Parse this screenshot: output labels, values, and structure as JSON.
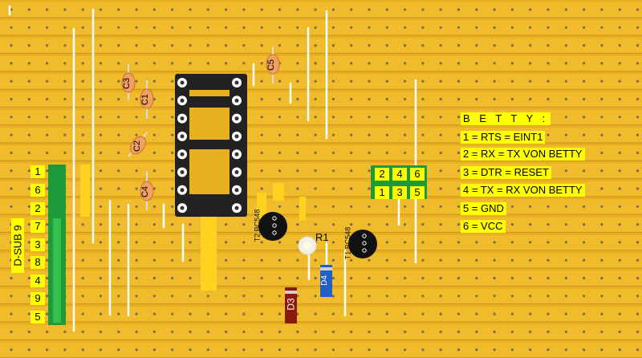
{
  "board": {
    "background": "#e8b020",
    "track_color": "#c9962a",
    "hole_color": "#7a6a50",
    "cut_color": "#ffd21f",
    "wire_color": "#ffffff"
  },
  "components": {
    "capacitors": [
      "C3",
      "C1",
      "C2",
      "C4",
      "C5"
    ],
    "diodes": [
      "D3",
      "D4"
    ],
    "transistors": [
      "T2 BC548",
      "T1 BC548"
    ],
    "resistor": "R1"
  },
  "betty": {
    "title": "B E T T Y   :",
    "lines": [
      "1 = RTS = EINT1",
      "2 = RX = TX VON BETTY",
      "3 = DTR = RESET",
      "4 = TX = RX VON BETTY",
      "5 = GND",
      "6 = VCC"
    ]
  },
  "header": {
    "top": [
      "2",
      "4",
      "6"
    ],
    "bottom": [
      "1",
      "3",
      "5"
    ]
  },
  "dsub": {
    "label": "D-SUB 9",
    "pins": [
      "1",
      "6",
      "2",
      "7",
      "3",
      "8",
      "4",
      "9",
      "5"
    ]
  }
}
